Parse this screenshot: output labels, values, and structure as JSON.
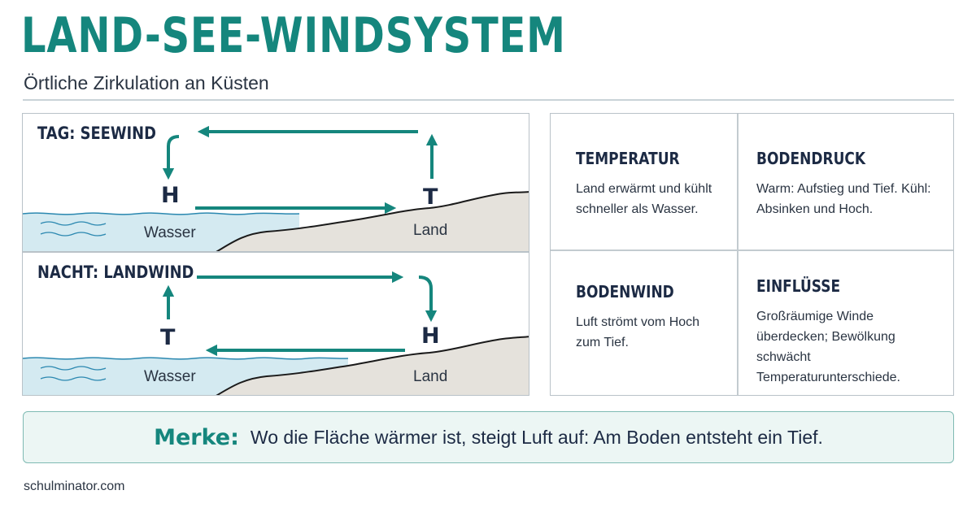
{
  "header": {
    "title": "LAND-SEE-WINDSYSTEM",
    "subtitle": "Örtliche Zirkulation an Küsten"
  },
  "colors": {
    "accent": "#15867d",
    "navy": "#1c2a44",
    "water": "#d4eaf1",
    "land": "#e5e2dc"
  },
  "day": {
    "label": "TAG: SEEWIND",
    "sea_pressure": "H",
    "land_pressure": "T",
    "water_label": "Wasser",
    "land_label": "Land"
  },
  "night": {
    "label": "NACHT: LANDWIND",
    "sea_pressure": "T",
    "land_pressure": "H",
    "water_label": "Wasser",
    "land_label": "Land"
  },
  "facts": [
    {
      "heading": "TEMPERATUR",
      "text": "Land erwärmt und kühlt schneller als Wasser."
    },
    {
      "heading": "BODENDRUCK",
      "text": "Warm: Aufstieg und Tief. Kühl: Absinken und Hoch."
    },
    {
      "heading": "BODENWIND",
      "text": "Luft strömt vom Hoch zum Tief."
    },
    {
      "heading": "EINFLÜSSE",
      "text": "Großräumige Winde überdecken; Bewölkung schwächt Temperaturunterschiede."
    }
  ],
  "merke": {
    "label": "Merke:",
    "text": "Wo die Fläche wärmer ist, steigt Luft auf: Am Boden entsteht ein Tief."
  },
  "footer": {
    "source": "schulminator.com"
  }
}
